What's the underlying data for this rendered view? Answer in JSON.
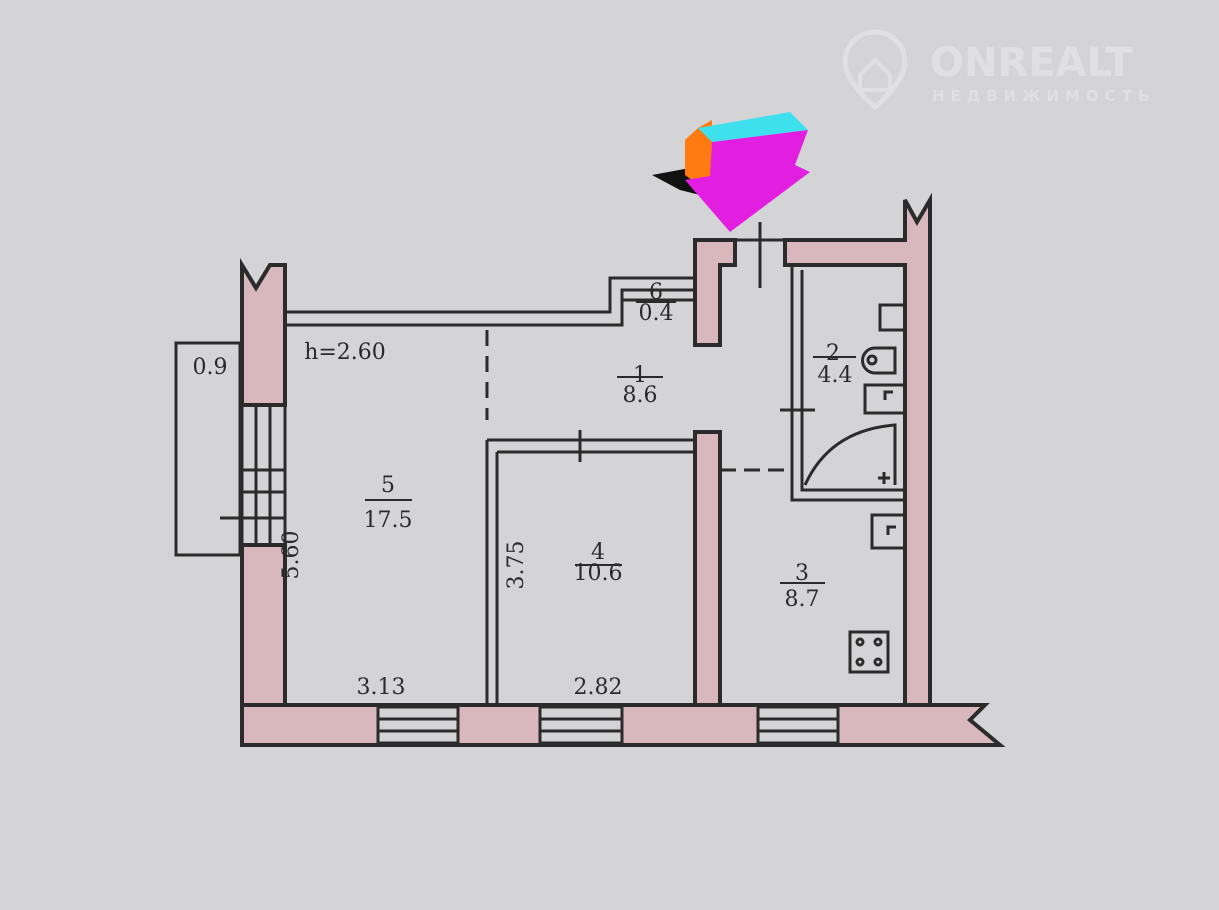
{
  "watermark": {
    "brand": "ONREALT",
    "tagline": "НЕДВИЖИМОСТЬ"
  },
  "plan": {
    "ceiling_height": "h=2.60",
    "balcony_area": "0.9",
    "rooms": [
      {
        "number": "1",
        "area": "8.6"
      },
      {
        "number": "2",
        "area": "4.4"
      },
      {
        "number": "3",
        "area": "8.7"
      },
      {
        "number": "4",
        "area": "10.6"
      },
      {
        "number": "5",
        "area": "17.5"
      },
      {
        "number": "6",
        "area": "0.4"
      }
    ],
    "dimensions": {
      "room5_length": "5.60",
      "room5_width": "3.13",
      "room4_length": "3.75",
      "room4_width": "2.82"
    }
  },
  "colors": {
    "wall_fill": "#d8b8bc",
    "line": "#2b2b2b",
    "arrow": "#e21fe0",
    "arrow_top": "#3ee0ee",
    "arrow_side": "#ff7a10"
  }
}
